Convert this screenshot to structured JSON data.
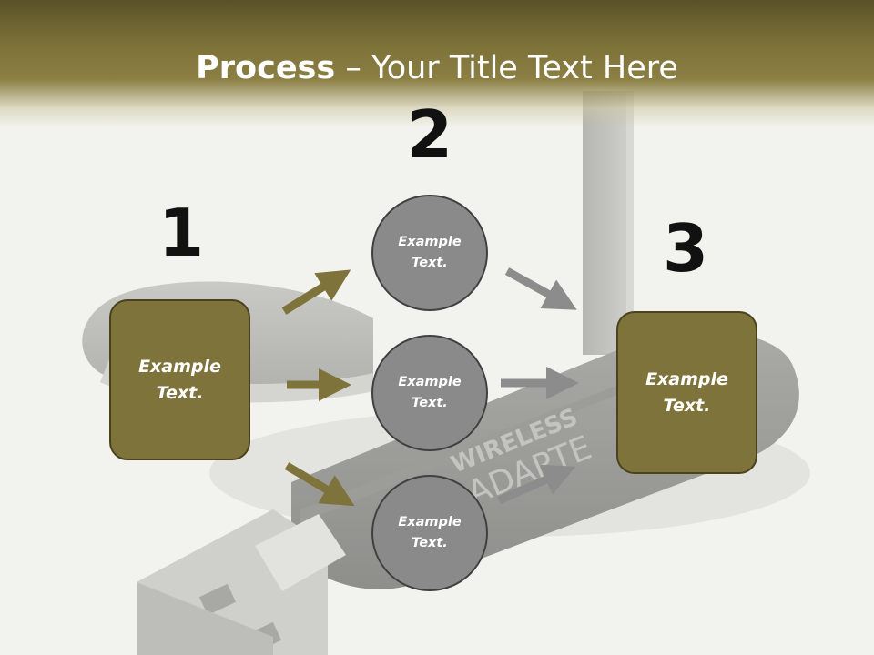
{
  "title": {
    "bold": "Process",
    "dash": " – ",
    "rest": "Your Title Text Here"
  },
  "steps": [
    {
      "number": "1",
      "label": "Example Text."
    },
    {
      "number": "2"
    },
    {
      "number": "3",
      "label": "Example Text."
    }
  ],
  "circles": [
    {
      "label": "Example Text."
    },
    {
      "label": "Example Text."
    },
    {
      "label": "Example Text."
    }
  ],
  "colors": {
    "accent": "#7f733c",
    "accent_border": "#4a431e",
    "circle_fill": "#8a8a8a",
    "circle_border": "#404040",
    "arrow_left": "#7f733c",
    "arrow_right": "#8c8c8c",
    "header": "#6f6531"
  },
  "background_image": "wireless-usb-adapter-photo"
}
